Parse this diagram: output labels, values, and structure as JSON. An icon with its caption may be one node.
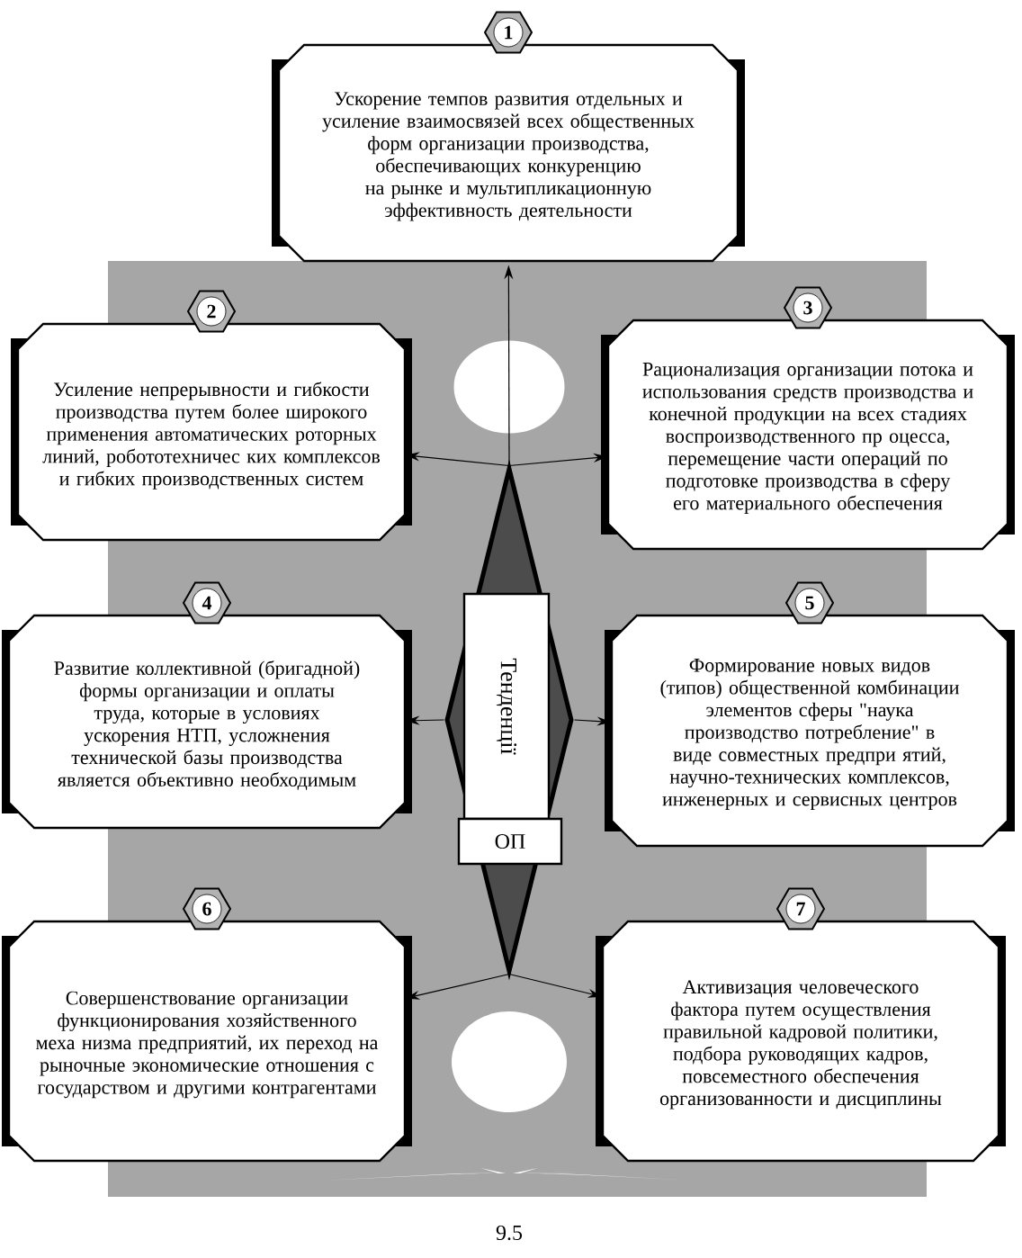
{
  "diagram": {
    "nodes": [
      {
        "text": [
          "1",
          "Ускорение темпов развития отдельных и усиление взаимосвязей всех общественных форм организации производства, обеспечивающих конкуренцию на рынке и мультипликационную эффективность деятельности"
        ]
      },
      {
        "text": [
          "2",
          "Усиление непрерывности и гибкости производства путем более широкого применения автоматических роторных линий, робототехничес ких комплексов и гибких производственных систем"
        ]
      },
      {
        "text": [
          "3",
          "Рационализация организации потока и использования средств производства и конечной продукции на всех стадиях воспроизводственного пр оцесса, перемещение части операций по подготовке производства в сферу его материального обеспечения"
        ]
      },
      {
        "text": [],
        "shape": "diamond"
      },
      {
        "text": [
          "Тенденції"
        ],
        "in": 3
      },
      {
        "text": [
          "ОП"
        ],
        "in": 3
      },
      {
        "text": [
          "4",
          "Развитие коллективной (бригадной) формы организации и оплаты труда, которые в условиях ускорения НТП, усложнения технической базы производства является объективно необходимым"
        ]
      },
      {
        "text": [
          "5",
          "Формирование новых видов (типов) общественной комбинации элементов сферы \"наука производство потребление\" в виде совместных предпри ятий, научно-технических комплексов, инженерных и сервисных центров"
        ]
      },
      {
        "text": [
          "6",
          "Совершенствование организации функционирования хозяйственного меха низма предприятий, их переход на рыночные экономические отношения с государством и другими контрагентами"
        ]
      },
      {
        "text": [
          "7",
          "Активизация человеческого фактора путем осуществления правильной кадровой политики, подбора руководящих кадров, повсеместного обеспечения организованности и дисциплины"
        ]
      }
    ],
    "edges": [
      {
        "from": 3,
        "to": 0,
        "arrow": "to"
      },
      {
        "from": 3,
        "to": 1,
        "arrow": "to"
      },
      {
        "from": 3,
        "to": 2,
        "arrow": "to"
      },
      {
        "from": 3,
        "to": 6,
        "arrow": "to"
      },
      {
        "from": 3,
        "to": 7,
        "arrow": "to"
      },
      {
        "from": 3,
        "to": 8,
        "arrow": "to"
      },
      {
        "from": 3,
        "to": 9,
        "arrow": "to"
      }
    ],
    "labels": [
      "9.5"
    ]
  }
}
